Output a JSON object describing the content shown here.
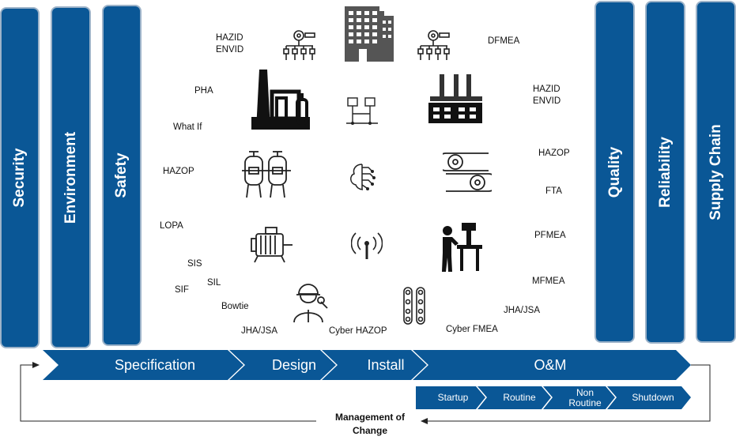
{
  "pillars_left": [
    {
      "label": "Security"
    },
    {
      "label": "Environment"
    },
    {
      "label": "Safety"
    }
  ],
  "pillars_right": [
    {
      "label": "Quality"
    },
    {
      "label": "Reliability"
    },
    {
      "label": "Supply Chain"
    }
  ],
  "methods": {
    "hazid_envid_top": "HAZID\nENVID",
    "dfmea": "DFMEA",
    "pha": "PHA",
    "hazid_envid_right": "HAZID\nENVID",
    "what_if": "What If",
    "hazop_left": "HAZOP",
    "hazop_right": "HAZOP",
    "fta": "FTA",
    "lopa": "LOPA",
    "pfmea": "PFMEA",
    "sis": "SIS",
    "sil": "SIL",
    "sif": "SIF",
    "mfmea": "MFMEA",
    "bowtie": "Bowtie",
    "jha_jsa_right": "JHA/JSA",
    "jha_jsa_left": "JHA/JSA",
    "cyber_hazop": "Cyber HAZOP",
    "cyber_fmea": "Cyber FMEA"
  },
  "icons": [
    "process-diagram-icon",
    "office-building-icon",
    "process-diagram-icon",
    "refinery-icon",
    "network-icon",
    "factory-icon",
    "reactor-vessels-icon",
    "circuit-brain-icon",
    "conveyor-belt-icon",
    "electric-motor-icon",
    "wireless-antenna-icon",
    "machine-operator-icon",
    "engineer-icon",
    "roller-chain-icon"
  ],
  "lifecycle": {
    "phases": [
      "Specification",
      "Design",
      "Install",
      "O&M"
    ],
    "om_subphases": [
      "Startup",
      "Routine",
      "Non\nRoutine",
      "Shutdown"
    ],
    "feedback_label": "Management of\nChange"
  },
  "colors": {
    "primary_blue": "#0a5796",
    "pillar_border": "#9db3c9",
    "icon_black": "#111111"
  }
}
